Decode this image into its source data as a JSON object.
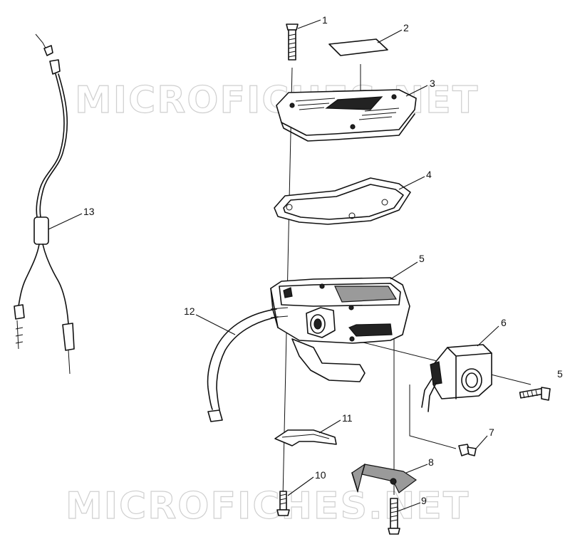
{
  "watermarks": [
    "MICROFICHES.NET",
    "MICROFICHES.NET"
  ],
  "callouts": [
    {
      "id": "c1",
      "label": "1"
    },
    {
      "id": "c2",
      "label": "2"
    },
    {
      "id": "c3",
      "label": "3"
    },
    {
      "id": "c4",
      "label": "4"
    },
    {
      "id": "c5a",
      "label": "5"
    },
    {
      "id": "c5b",
      "label": "5"
    },
    {
      "id": "c6",
      "label": "6"
    },
    {
      "id": "c7",
      "label": "7"
    },
    {
      "id": "c8",
      "label": "8"
    },
    {
      "id": "c9",
      "label": "9"
    },
    {
      "id": "c10",
      "label": "10"
    },
    {
      "id": "c11",
      "label": "11"
    },
    {
      "id": "c12",
      "label": "12"
    },
    {
      "id": "c13",
      "label": "13"
    }
  ]
}
